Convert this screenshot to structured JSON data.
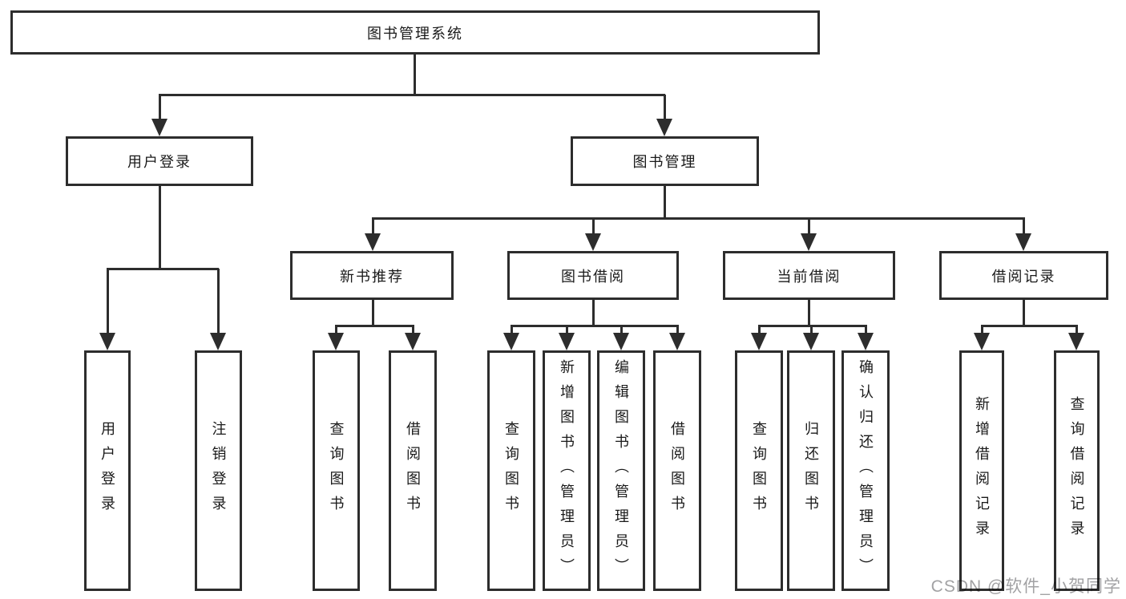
{
  "nodes": {
    "root": "图书管理系统",
    "level2": [
      "用户登录",
      "图书管理"
    ],
    "level3": [
      "新书推荐",
      "图书借阅",
      "当前借阅",
      "借阅记录"
    ],
    "leaves": {
      "user": [
        "用户登录",
        "注销登录"
      ],
      "recommend": [
        "查询图书",
        "借阅图书"
      ],
      "borrow": [
        "查询图书",
        "新增图书（管理员）",
        "编辑图书（管理员）",
        "借阅图书"
      ],
      "current": [
        "查询图书",
        "归还图书",
        "确认归还（管理员）"
      ],
      "records": [
        "新增借阅记录",
        "查询借阅记录"
      ]
    }
  },
  "watermark": "CSDN @软件_小贺同学",
  "colors": {
    "background": "#ffffff",
    "line": "#2d2d2d",
    "box_border": "#2d2d2d",
    "box_fill": "#ffffff",
    "text": "#1a1a1a",
    "watermark": "#a2a2a4"
  }
}
